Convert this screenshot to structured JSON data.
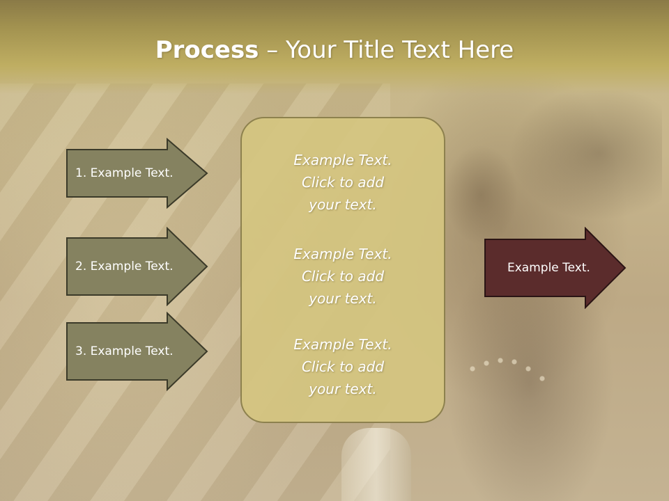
{
  "slide": {
    "title_bold": "Process",
    "title_rest": " – Your Title Text Here"
  },
  "arrows": [
    {
      "label": "1. Example Text."
    },
    {
      "label": "2. Example Text."
    },
    {
      "label": "3. Example Text."
    }
  ],
  "center_box": {
    "blocks": [
      {
        "line1": "Example Text.",
        "line2": "Click  to add",
        "line3": "your text."
      },
      {
        "line1": "Example Text.",
        "line2": "Click  to add",
        "line3": "your text."
      },
      {
        "line1": "Example Text.",
        "line2": "Click  to add",
        "line3": "your text."
      }
    ]
  },
  "output_arrow": {
    "label": "Example Text."
  },
  "colors": {
    "input_arrow_fill": "#858260",
    "output_arrow_fill": "#5b2c2c",
    "center_box_fill": "#d4c580",
    "header": "#a39350"
  }
}
